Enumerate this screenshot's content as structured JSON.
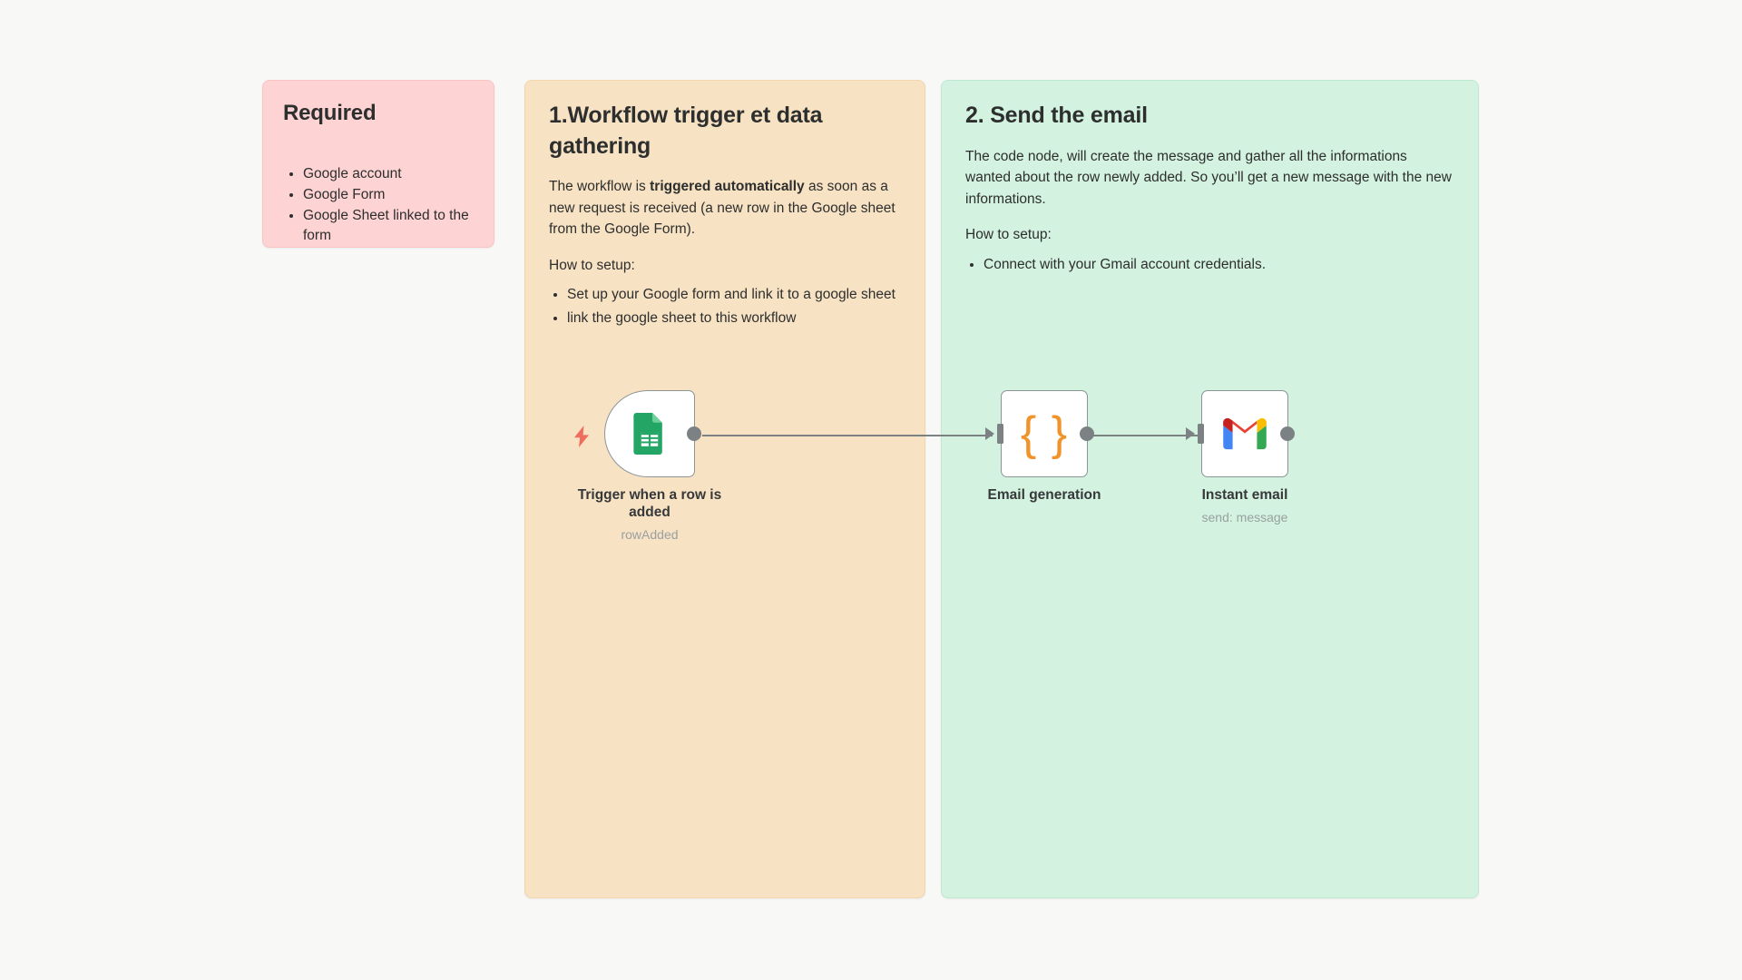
{
  "canvas": {
    "background": "#f8f8f7"
  },
  "notes": [
    {
      "id": "required",
      "title": "Required",
      "color": "#fdd3d3",
      "items": [
        "Google account",
        "Google Form",
        "Google Sheet linked to the form"
      ]
    },
    {
      "id": "trigger",
      "title": "1.Workflow trigger et data gathering",
      "color": "#f7e2c3",
      "body_pre": "The workflow is ",
      "body_bold": "triggered automatically",
      "body_post": " as soon as a new request is received (a new row in the Google sheet from the Google Form).",
      "setup_label": "How to setup:",
      "items": [
        "Set up your Google form and link it to a google sheet",
        "link the google sheet to this workflow"
      ]
    },
    {
      "id": "email",
      "title": "2. Send the email",
      "color": "#d3f2e0",
      "body": "The code node, will create the message and gather all the informations wanted about the row newly added. So you’ll get a new message with the new informations.",
      "setup_label": "How to setup:",
      "items": [
        "Connect with your Gmail account credentials."
      ]
    }
  ],
  "nodes": [
    {
      "id": "trigger-row-added",
      "name": "Trigger when a row is added",
      "subtitle": "rowAdded",
      "icon": "google-sheets-icon",
      "type": "trigger",
      "has_bolt": true
    },
    {
      "id": "email-generation",
      "name": "Email generation",
      "subtitle": "",
      "icon": "code-braces-icon",
      "type": "action",
      "has_bolt": false
    },
    {
      "id": "instant-email",
      "name": "Instant email",
      "subtitle": "send: message",
      "icon": "gmail-icon",
      "type": "action",
      "has_bolt": false
    }
  ],
  "colors": {
    "bolt": "#ef6d5c",
    "code_brace": "#f0932b",
    "sheets_green": "#23a566",
    "connector": "#7c8184",
    "node_border": "#8d9496",
    "text": "#2d2e2e",
    "muted": "#9aa0a2"
  }
}
